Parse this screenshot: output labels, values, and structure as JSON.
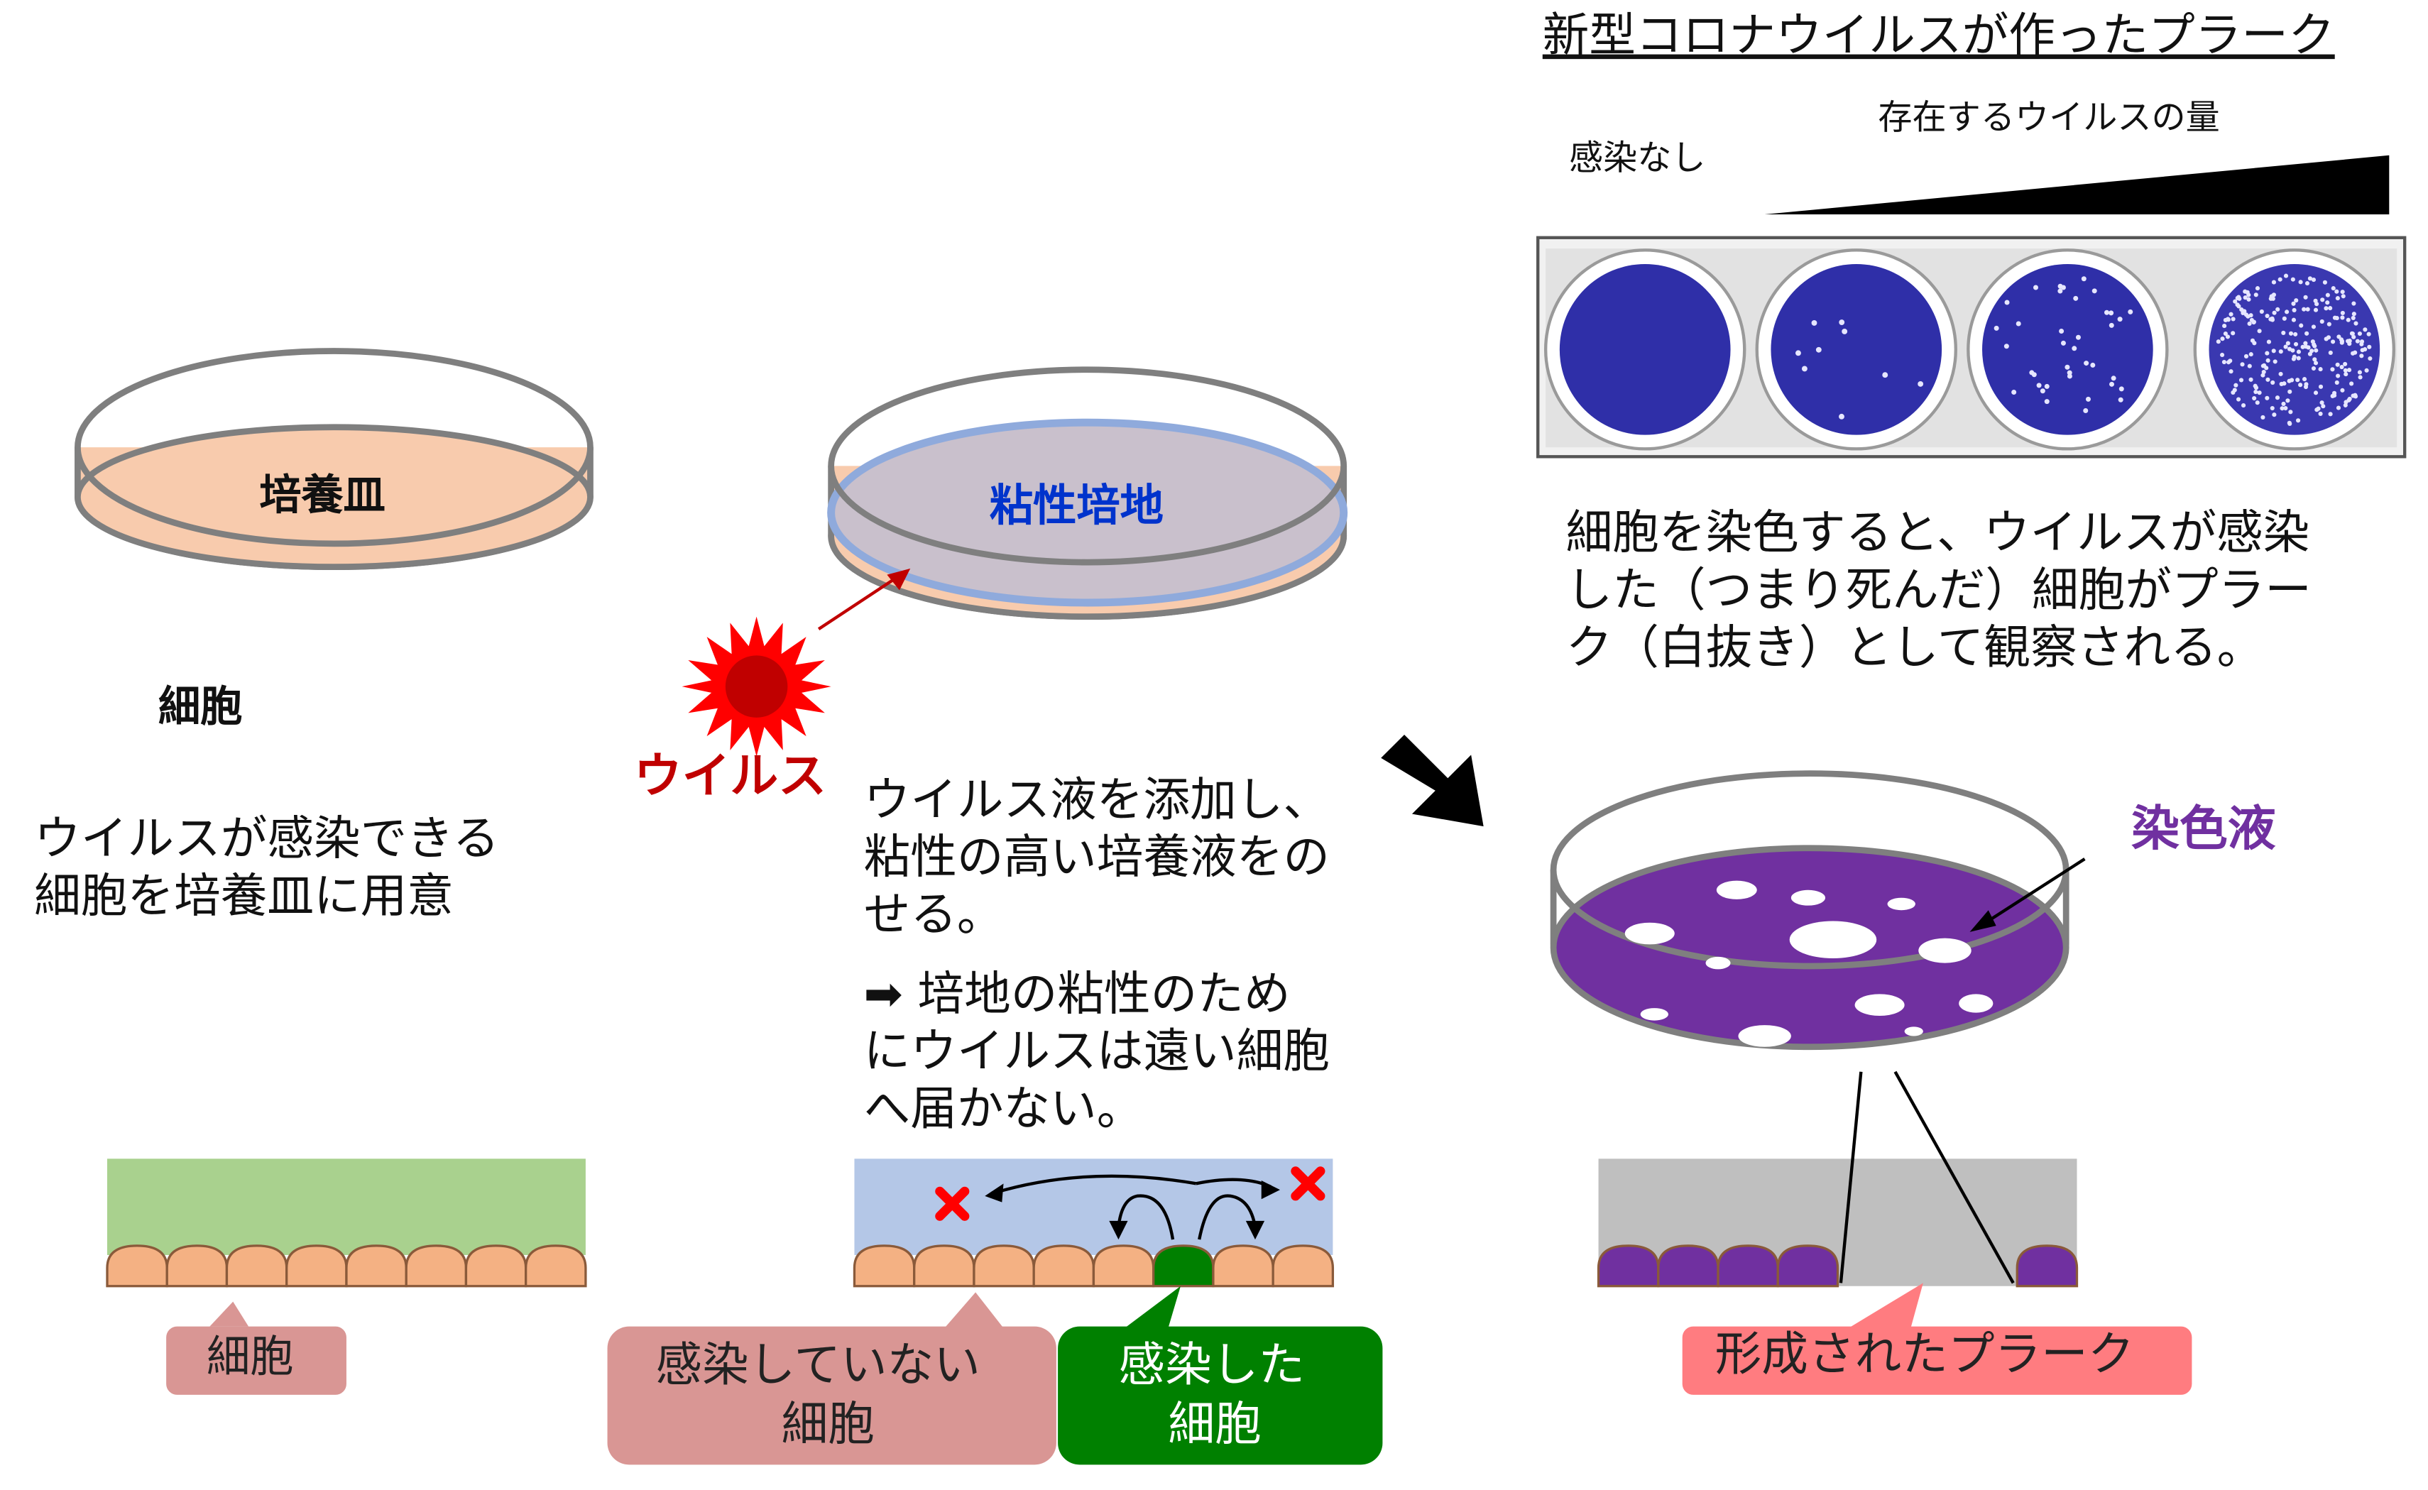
{
  "dish1": {
    "label": "培養皿",
    "cell_label": "細胞",
    "caption": [
      "ウイルスが感染できる",
      "細胞を培養皿に用意"
    ],
    "bottom_callout": "細胞"
  },
  "dish2": {
    "label": "粘性培地",
    "virus_label": "ウイルス",
    "caption1": [
      "ウイルス液を添加し、",
      "粘性の高い培養液をの",
      "せる。"
    ],
    "caption2": [
      "➡︎ 培地の粘性のため",
      "にウイルスは遠い細胞",
      "へ届かない。"
    ],
    "callout_uninfected": [
      "感染していない",
      "細胞"
    ],
    "callout_infected": [
      "感染した",
      "細胞"
    ]
  },
  "photo": {
    "title": "新型コロナウイルスが作ったプラーク",
    "none_label": "感染なし",
    "amount_label": "存在するウイルスの量",
    "caption": [
      "細胞を染色すると、ウイルスが感染",
      "した（つまり死んだ）細胞がプラー",
      "ク（白抜き）として観察される。"
    ]
  },
  "dish3": {
    "stain_label": "染色液",
    "plaque_callout": "形成されたプラーク"
  },
  "colors": {
    "medium_green": "#a9d18e",
    "cell_orange": "#f4b183",
    "dish_peach": "#f8cbad",
    "viscous_blue": "#b4c7e7",
    "stain_purple": "#7030a0",
    "infected_green": "#008000",
    "callout_pink": "#d99694",
    "plaque_callout": "#ff7c80",
    "virus_red": "#c00000",
    "label_blue": "#0033cc",
    "well_blue": "#2f2fa8"
  }
}
